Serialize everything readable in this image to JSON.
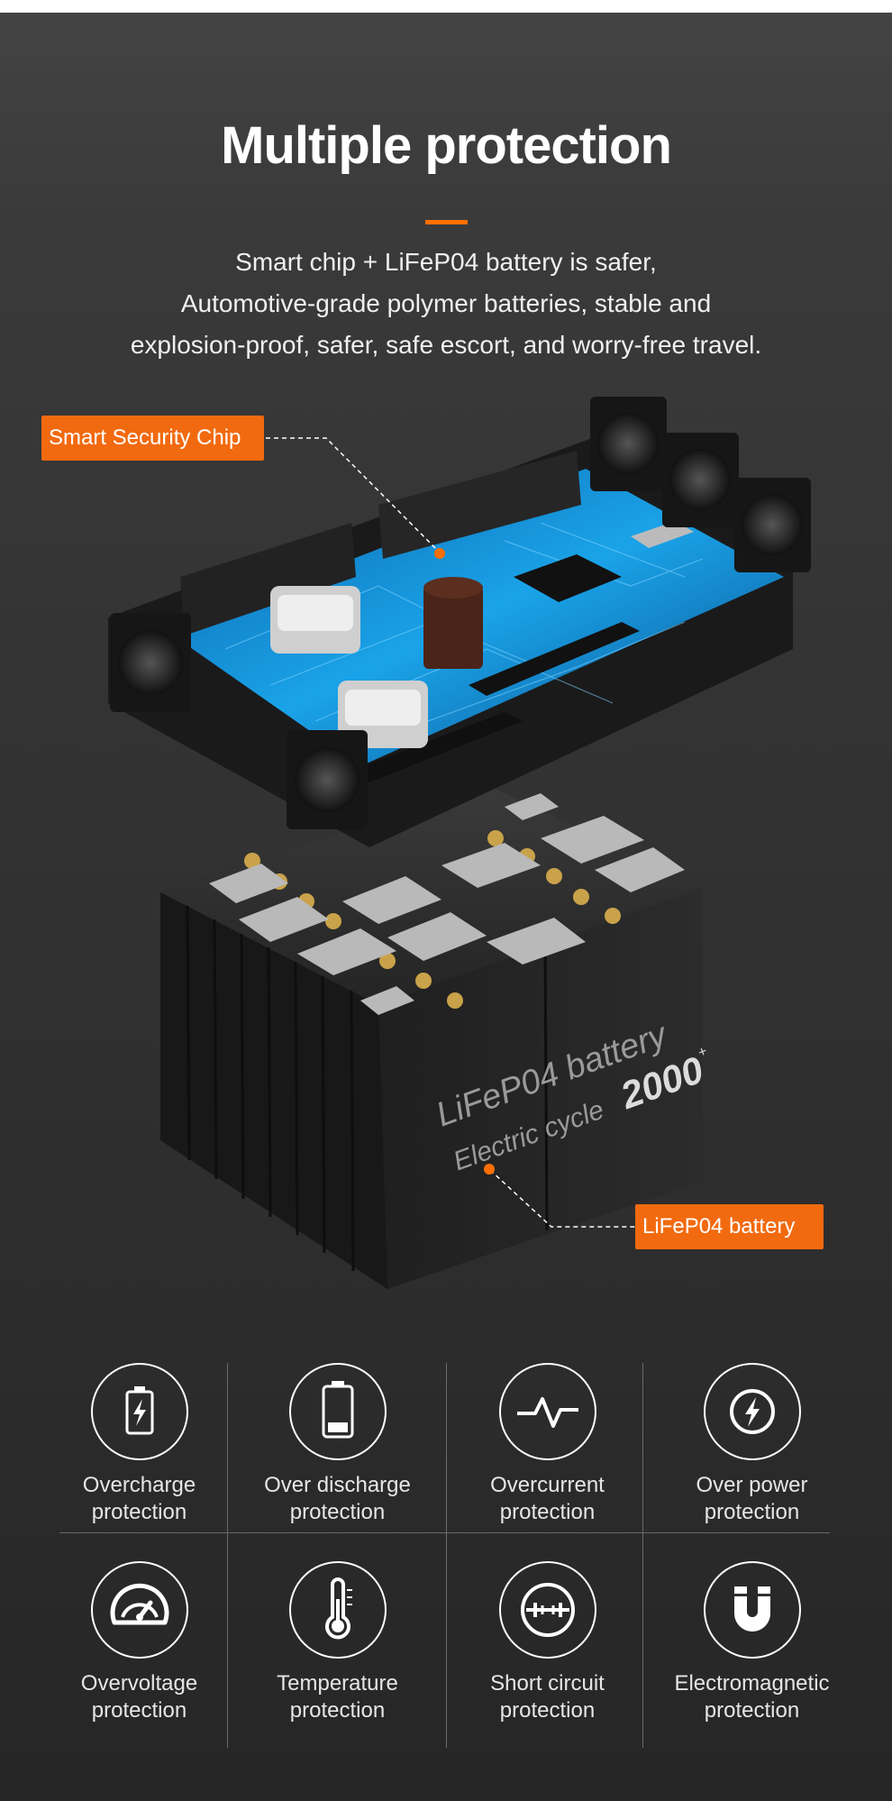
{
  "header": {
    "title": "Multiple protection",
    "description_lines": [
      "Smart chip + LiFeP04 battery is safer,",
      "Automotive-grade polymer batteries, stable and",
      "explosion-proof, safer, safe escort, and worry-free travel."
    ],
    "accent_color": "#ff6f00"
  },
  "callouts": {
    "chip_label": "Smart Security Chip",
    "battery_label": "LiFeP04 battery",
    "color": "#f26a0f"
  },
  "battery_print": {
    "line1": "LiFeP04 battery",
    "line2": "Electric cycle",
    "cycles": "2000",
    "cycles_suffix": "+"
  },
  "features": [
    {
      "icon": "battery-charging-icon",
      "line1": "Overcharge",
      "line2": "protection"
    },
    {
      "icon": "battery-low-icon",
      "line1": "Over discharge",
      "line2": "protection"
    },
    {
      "icon": "current-wave-icon",
      "line1": "Overcurrent",
      "line2": "protection"
    },
    {
      "icon": "lightning-icon",
      "line1": "Over power",
      "line2": "protection"
    },
    {
      "icon": "gauge-icon",
      "line1": "Overvoltage",
      "line2": "protection"
    },
    {
      "icon": "thermometer-icon",
      "line1": "Temperature",
      "line2": "protection"
    },
    {
      "icon": "short-circuit-icon",
      "line1": "Short circuit",
      "line2": "protection"
    },
    {
      "icon": "magnet-icon",
      "line1": "Electromagnetic",
      "line2": "protection"
    }
  ]
}
